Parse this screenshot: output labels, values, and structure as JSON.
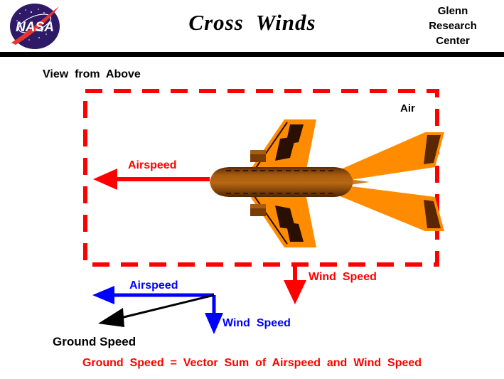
{
  "header": {
    "logo_name": "nasa-meatball-logo",
    "title": "Cross  Winds",
    "center_line1": "Glenn",
    "center_line2": "Research",
    "center_line3": "Center"
  },
  "diagram": {
    "view_label": "View  from  Above",
    "air_label": "Air",
    "airspeed_air_label": "Airspeed",
    "windspeed_air_label": "Wind  Speed",
    "aircraft_name": "airplane-top-view"
  },
  "vectors": {
    "airspeed_label": "Airspeed",
    "windspeed_label": "Wind  Speed",
    "groundspeed_label": "Ground Speed"
  },
  "equation": {
    "text": "Ground  Speed  =  Vector  Sum  of  Airspeed  and  Wind  Speed"
  },
  "colors": {
    "red": "#ff0000",
    "blue": "#0000ff",
    "black": "#000000",
    "wing_orange": "#ff8c00",
    "fuselage_brown": "#8b4a08",
    "detail_dark": "#3d1505",
    "nasa_blue": "#2e1a67"
  }
}
